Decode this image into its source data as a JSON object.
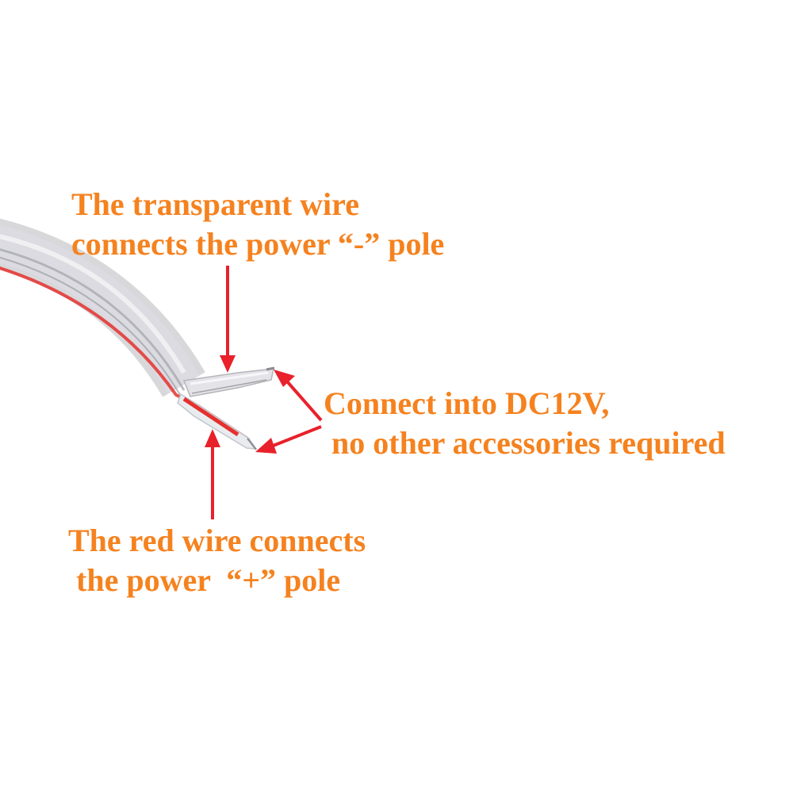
{
  "colors": {
    "label_text": "#F5821F",
    "arrow": "#E8212B",
    "wire_red": "#E5312E",
    "sheath": "#C9C9CE",
    "background": "#FFFFFF"
  },
  "labels": {
    "transparent_wire": {
      "line1": "The transparent wire",
      "line2": "connects the power “-” pole"
    },
    "connect": {
      "line1": "Connect into DC12V,",
      "line2": " no other accessories required"
    },
    "red_wire": {
      "line1": "The red wire connects",
      "line2": " the power  “+” pole"
    }
  }
}
